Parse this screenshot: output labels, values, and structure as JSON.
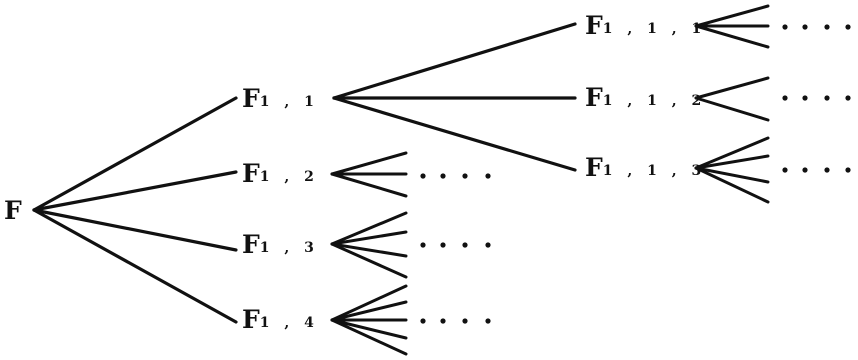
{
  "root": {
    "label": "F"
  },
  "level1": [
    {
      "label": "F",
      "sub": "1 , 1"
    },
    {
      "label": "F",
      "sub": "1 , 2"
    },
    {
      "label": "F",
      "sub": "1 , 3"
    },
    {
      "label": "F",
      "sub": "1 , 4"
    }
  ],
  "level2": [
    {
      "label": "F",
      "sub": "1 , 1 , 1"
    },
    {
      "label": "F",
      "sub": "1 , 1 , 2"
    },
    {
      "label": "F",
      "sub": "1 , 1 , 3"
    }
  ],
  "branching": {
    "level1_children": [
      3,
      3,
      4,
      5
    ],
    "level2_children": [
      3,
      2,
      4
    ]
  },
  "ellipsis": "...."
}
